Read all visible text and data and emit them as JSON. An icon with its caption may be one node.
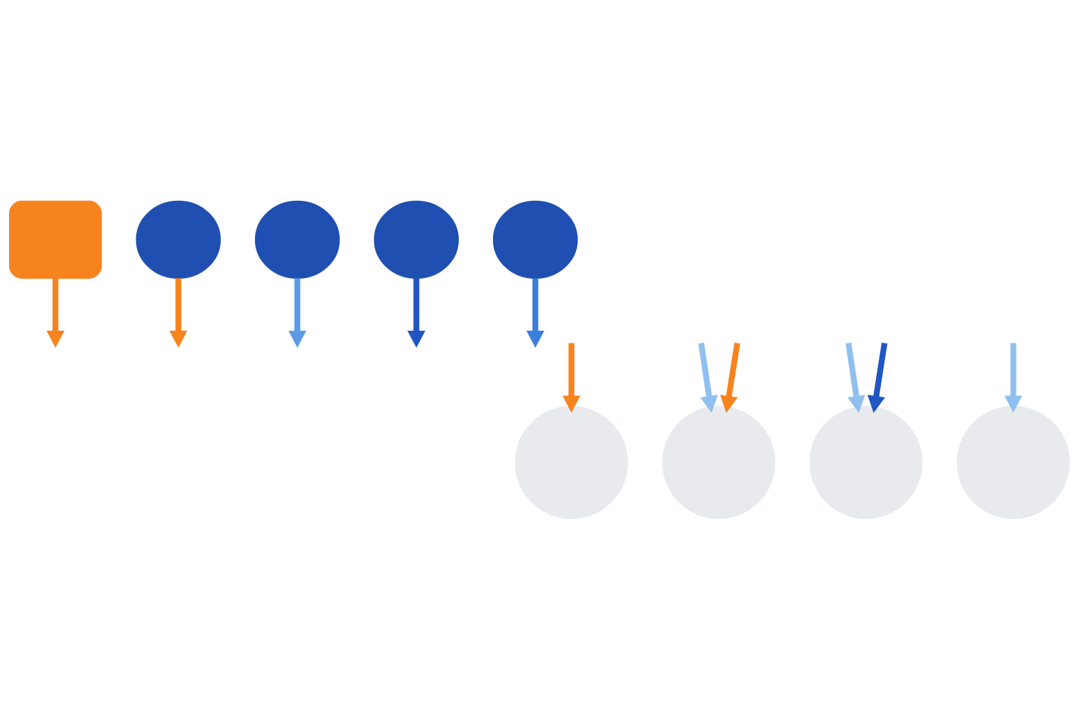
{
  "diagram": {
    "nodes": [
      {
        "text": [],
        "shape": "box"
      },
      {
        "text": [],
        "shape": "person"
      },
      {
        "text": [],
        "shape": "person"
      },
      {
        "text": [],
        "shape": "person"
      },
      {
        "text": [],
        "shape": "person"
      },
      {
        "text": [],
        "shape": "circle"
      },
      {
        "text": [],
        "shape": "circle"
      },
      {
        "text": [],
        "shape": "circle"
      },
      {
        "text": [],
        "shape": "circle"
      }
    ],
    "edges": [
      {
        "from": 0,
        "to": null,
        "arrow": "to",
        "color": "#f7831f"
      },
      {
        "from": 1,
        "to": null,
        "arrow": "to",
        "color": "#f7831f"
      },
      {
        "from": 2,
        "to": null,
        "arrow": "to",
        "color": "#5b9be6"
      },
      {
        "from": 3,
        "to": null,
        "arrow": "to",
        "color": "#1f56c4"
      },
      {
        "from": 4,
        "to": null,
        "arrow": "to",
        "color": "#3a7fde"
      },
      {
        "from": null,
        "to": 5,
        "arrow": "to",
        "color": "#f7831f"
      },
      {
        "from": null,
        "to": 6,
        "arrow": "to",
        "color": "#f7831f"
      },
      {
        "from": null,
        "to": 6,
        "arrow": "to",
        "color": "#90c0f0"
      },
      {
        "from": null,
        "to": 7,
        "arrow": "to",
        "color": "#1f56c4"
      },
      {
        "from": null,
        "to": 7,
        "arrow": "to",
        "color": "#90c0f0"
      },
      {
        "from": null,
        "to": 8,
        "arrow": "to",
        "color": "#90c0f0"
      }
    ]
  }
}
